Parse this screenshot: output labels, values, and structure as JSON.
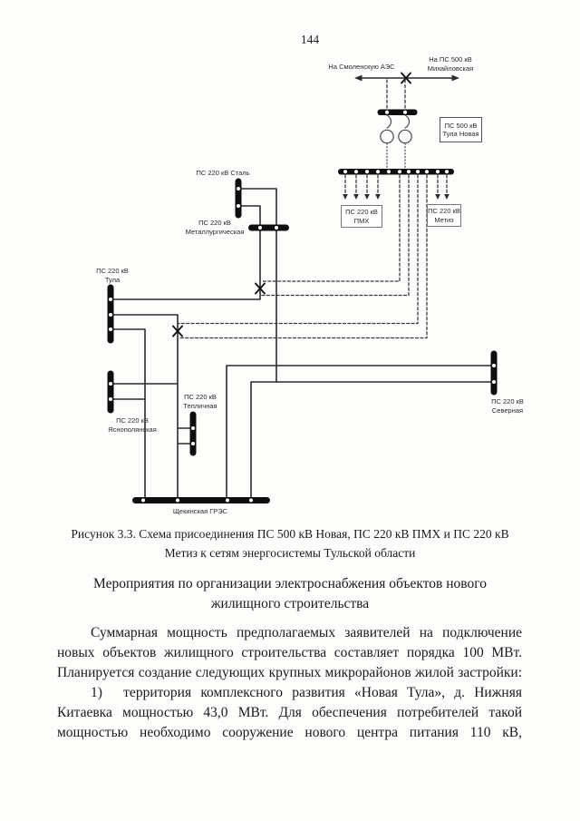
{
  "page": {
    "number": "144"
  },
  "diagram": {
    "labels": {
      "to_smolensk_aes": "На Смоленскую АЭС",
      "to_ps500_mikhailovskaya": "На ПС 500 кВ\nМихайловская",
      "ps500_tula_novaya": "ПС 500 кВ\nТула Новая",
      "ps220_pmh": "ПС 220 кВ\nПМХ",
      "ps220_metiz": "ПС 220 кВ\nМетиз",
      "ps220_stal": "ПС 220 кВ Сталь",
      "ps220_metallurgicheskaya": "ПС 220 кВ\nМеталлургическая",
      "ps220_tula": "ПС 220 кВ\nТула",
      "ps220_yasnopolyanskaya": "ПС 220 кВ\nЯснополянская",
      "ps220_teplichnaya": "ПС 220 кВ\nТепличная",
      "ps220_severnaya": "ПС 220 кВ\nСеверная",
      "shchekinskaya_gres": "Щекинская ГРЭС"
    }
  },
  "figure": {
    "caption": "Рисунок 3.3. Схема присоединения ПС 500 кВ Новая, ПС 220 кВ ПМХ и ПС 220 кВ\nМетиз к сетям энергосистемы Тульской области"
  },
  "section": {
    "heading": "Мероприятия по организации электроснабжения объектов нового\nжилищного строительства"
  },
  "body": {
    "paragraph": "Суммарная мощность предполагаемых заявителей на подключение\nновых объектов жилищного строительства составляет порядка 100 МВт.\nПланируется создание следующих крупных микрорайонов жилой застройки:",
    "item": "1)  территория комплексного развития «Новая Тула», д. Нижняя\nКитаевка мощностью 43,0 МВт. Для обеспечения потребителей такой\nмощностью необходимо сооружение нового центра питания 110 кВ,"
  }
}
